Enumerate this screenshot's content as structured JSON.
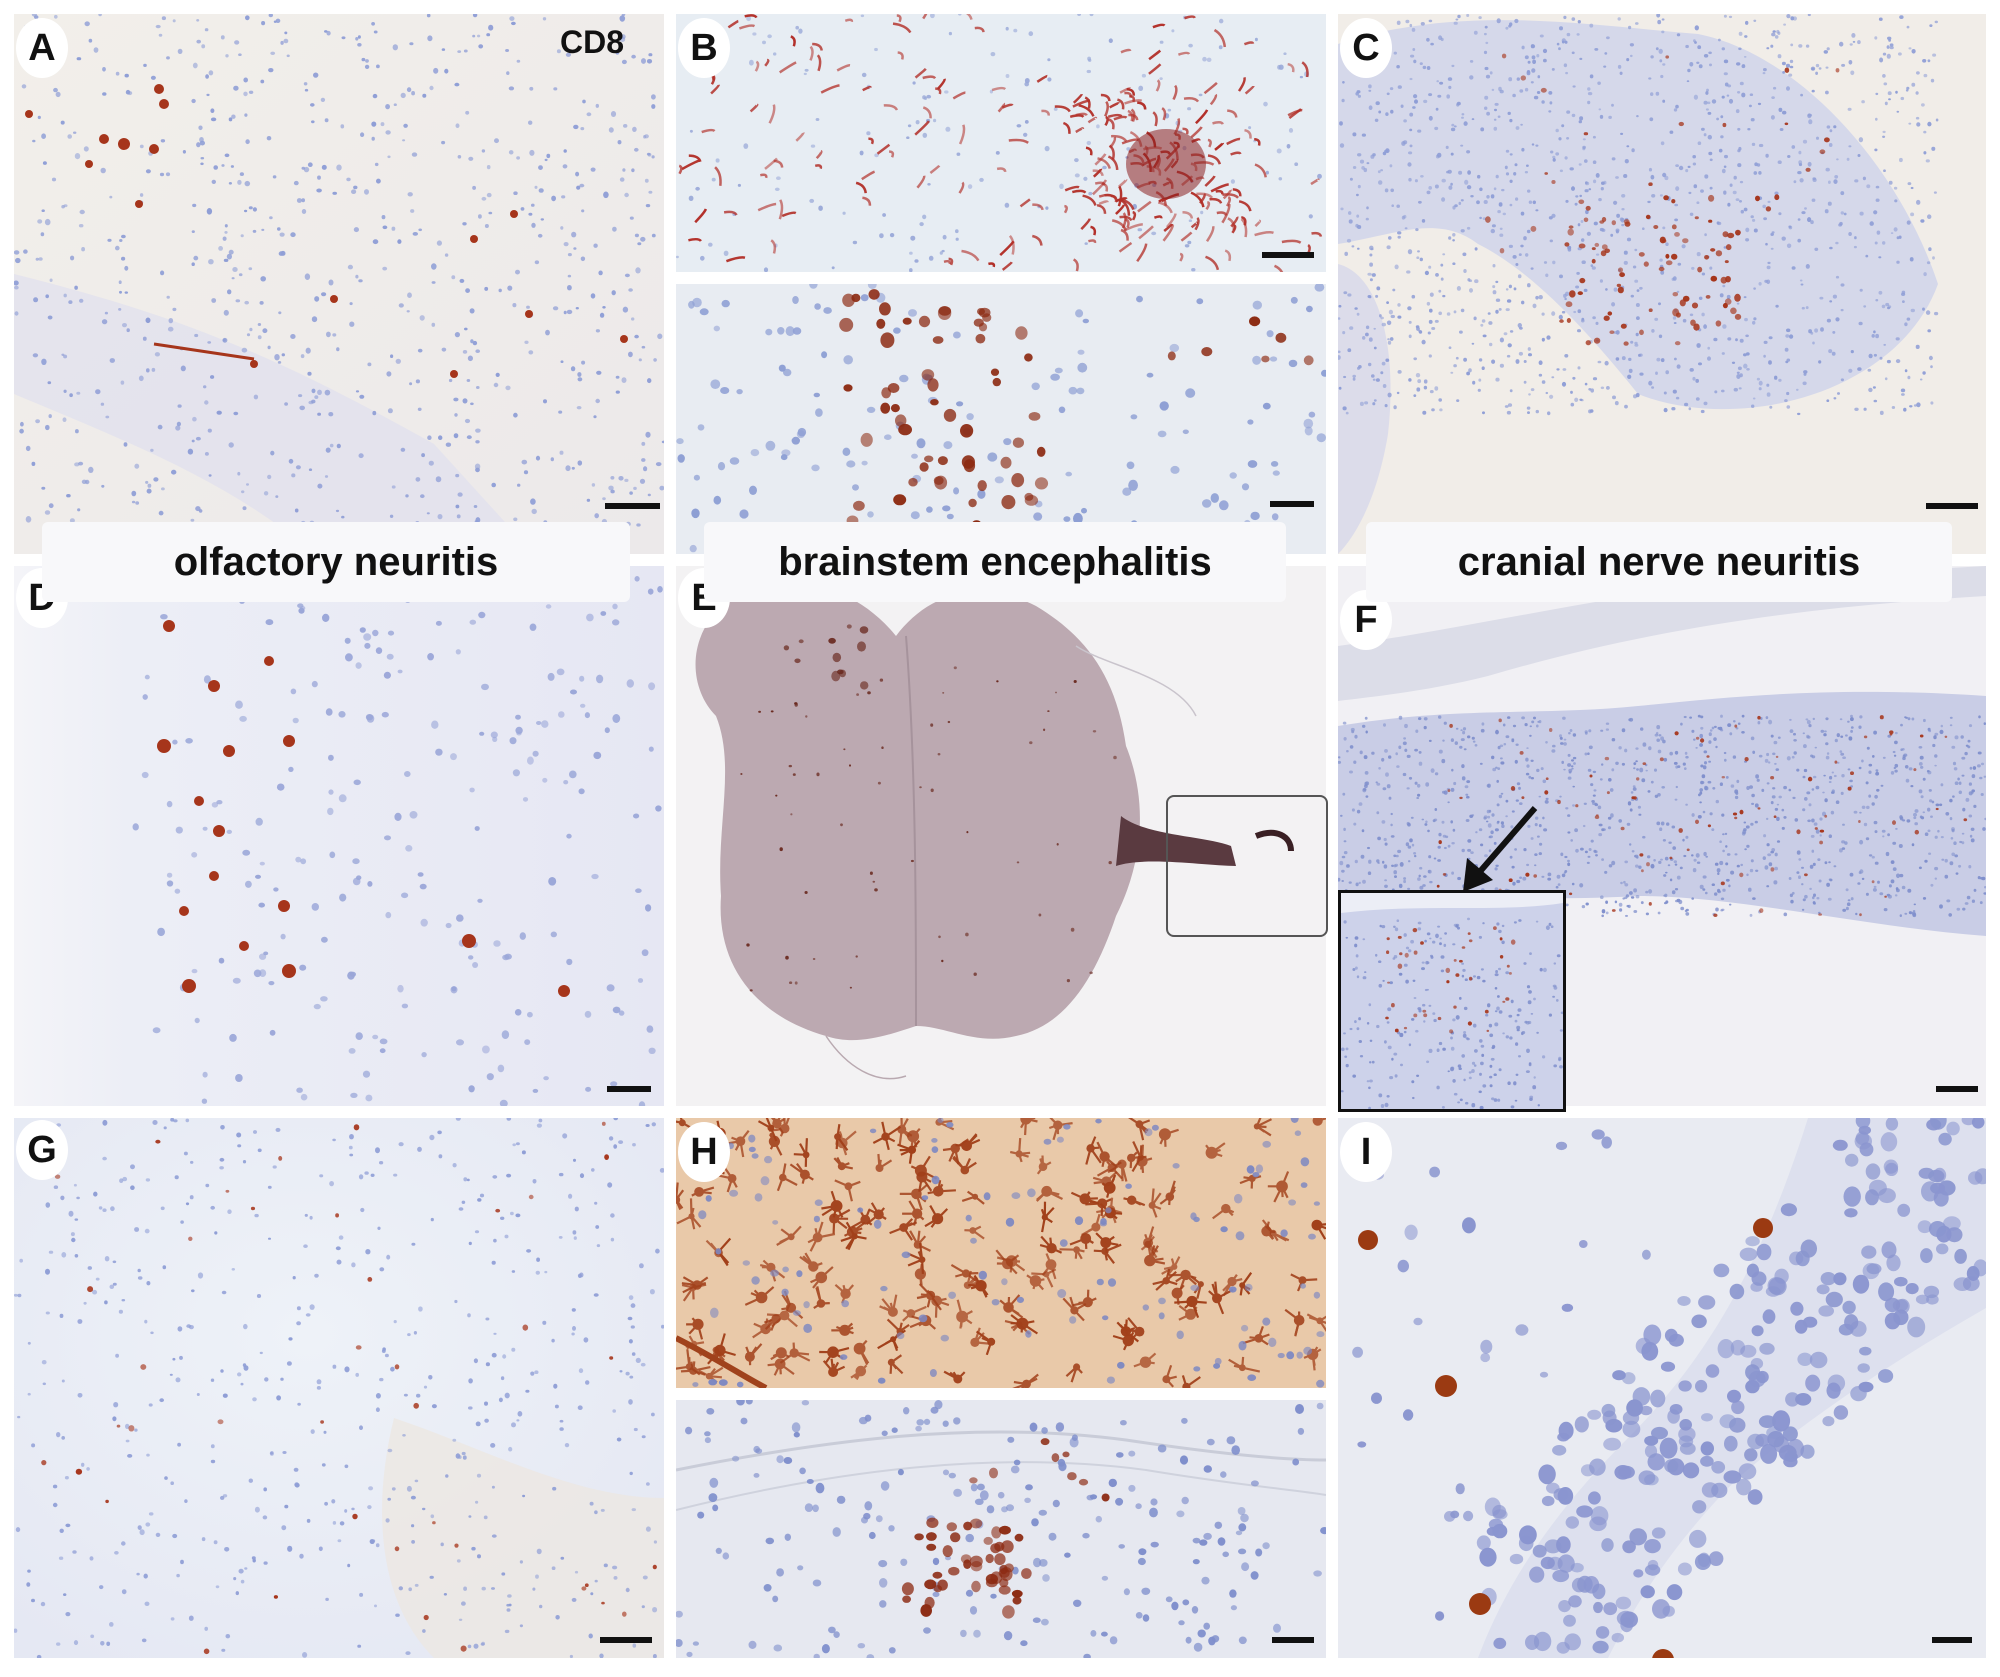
{
  "figure": {
    "stain_label": "CD8",
    "panels": [
      {
        "letter": "A"
      },
      {
        "letter": "B"
      },
      {
        "letter": "C"
      },
      {
        "letter": "D"
      },
      {
        "letter": "E"
      },
      {
        "letter": "F"
      },
      {
        "letter": "G"
      },
      {
        "letter": "H"
      },
      {
        "letter": "I"
      }
    ],
    "banners": [
      {
        "text": "olfactory neuritis"
      },
      {
        "text": "brainstem encephalitis"
      },
      {
        "text": "cranial nerve neuritis"
      }
    ]
  },
  "colors": {
    "hematoxylin": "#8f9ed6",
    "dab": "#a6351b",
    "background_tissue": "#eef0f5"
  }
}
